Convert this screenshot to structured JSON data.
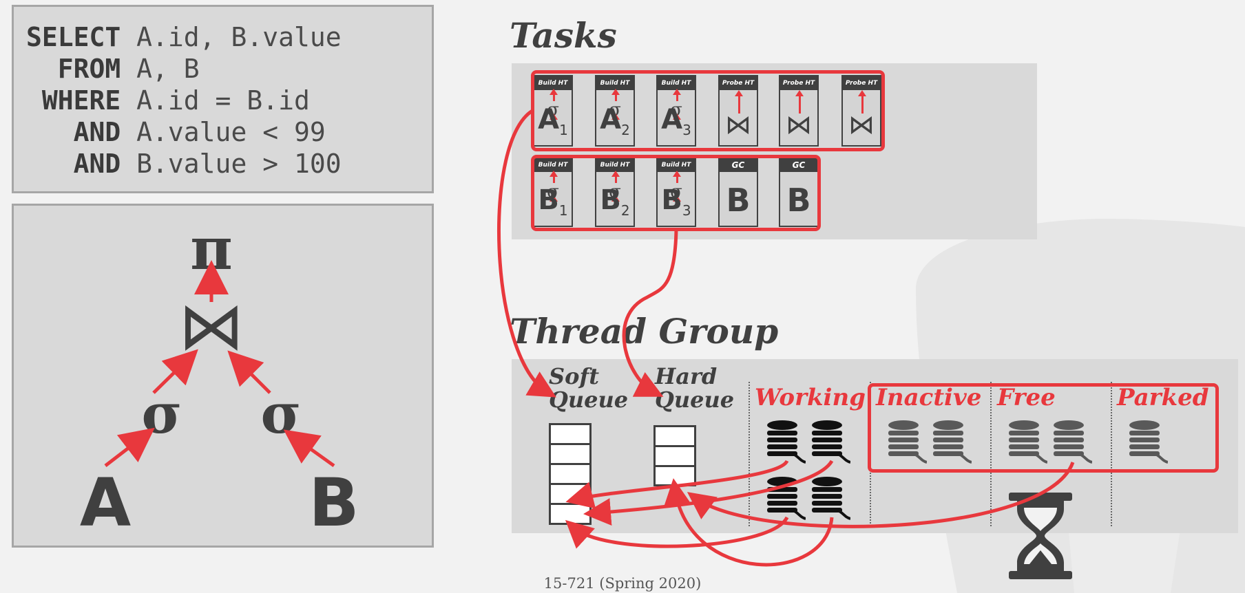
{
  "sql": {
    "lines": [
      {
        "kw": "SELECT",
        "text": "A.id, B.value"
      },
      {
        "kw": "FROM",
        "text": "A, B"
      },
      {
        "kw": "WHERE",
        "text": "A.id = B.id"
      },
      {
        "kw": "AND",
        "text": "A.value < 99"
      },
      {
        "kw": "AND",
        "text": "B.value > 100"
      }
    ]
  },
  "plan": {
    "projection": "π",
    "join": "⋈",
    "selection_left": "σ",
    "selection_right": "σ",
    "table_left": "A",
    "table_right": "B"
  },
  "tasks": {
    "title": "Tasks",
    "row1": [
      {
        "head": "Build HT",
        "sigma": "σ",
        "letter": "A",
        "sub": "1"
      },
      {
        "head": "Build HT",
        "sigma": "σ",
        "letter": "A",
        "sub": "2"
      },
      {
        "head": "Build HT",
        "sigma": "σ",
        "letter": "A",
        "sub": "3"
      },
      {
        "head": "Probe HT",
        "join": "⋈"
      },
      {
        "head": "Probe HT",
        "join": "⋈"
      },
      {
        "head": "Probe HT",
        "join": "⋈"
      }
    ],
    "row2": [
      {
        "head": "Build HT",
        "sigma": "σ",
        "letter": "B",
        "sub": "1"
      },
      {
        "head": "Build HT",
        "sigma": "σ",
        "letter": "B",
        "sub": "2"
      },
      {
        "head": "Build HT",
        "sigma": "σ",
        "letter": "B",
        "sub": "3"
      },
      {
        "head": "GC",
        "big": "B"
      },
      {
        "head": "GC",
        "big": "B"
      }
    ]
  },
  "thread_group": {
    "title": "Thread Group",
    "soft_queue": {
      "line1": "Soft",
      "line2": "Queue"
    },
    "hard_queue": {
      "line1": "Hard",
      "line2": "Queue"
    },
    "states": [
      "Working",
      "Inactive",
      "Free",
      "Parked"
    ]
  },
  "colors": {
    "accent": "#e8383d",
    "dark": "#404040",
    "panel": "#d9d9d9"
  },
  "footer": "15-721 (Spring 2020)"
}
